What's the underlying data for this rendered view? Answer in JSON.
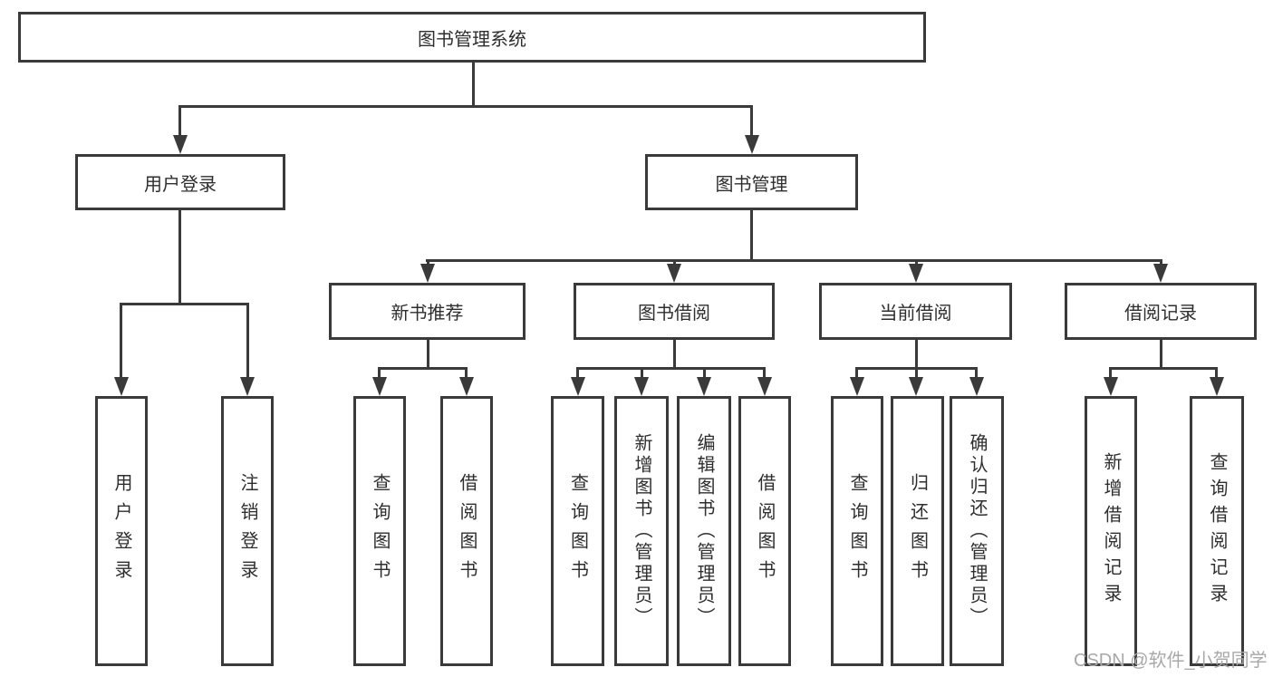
{
  "diagram": {
    "root": {
      "label": "图书管理系统"
    },
    "level2": {
      "user_login": {
        "label": "用户登录"
      },
      "book_mgmt": {
        "label": "图书管理"
      }
    },
    "level3": {
      "new_books": {
        "label": "新书推荐"
      },
      "borrowing": {
        "label": "图书借阅"
      },
      "current": {
        "label": "当前借阅"
      },
      "records": {
        "label": "借阅记录"
      }
    },
    "leaves": {
      "user_login": [
        "用户登录",
        "注销登录"
      ],
      "new_books": [
        "查询图书",
        "借阅图书"
      ],
      "borrowing": [
        "查询图书",
        "新增图书（管理员）",
        "编辑图书（管理员）",
        "借阅图书"
      ],
      "current": [
        "查询图书",
        "归还图书",
        "确认归还（管理员）"
      ],
      "records": [
        "新增借阅记录",
        "查询借阅记录"
      ]
    }
  },
  "watermark": {
    "text": "CSDN @软件_小贺同学"
  },
  "colors": {
    "line": "#3a3a3a",
    "text": "#2e2e2e",
    "watermark": "#a8a8a8",
    "background": "#ffffff"
  }
}
